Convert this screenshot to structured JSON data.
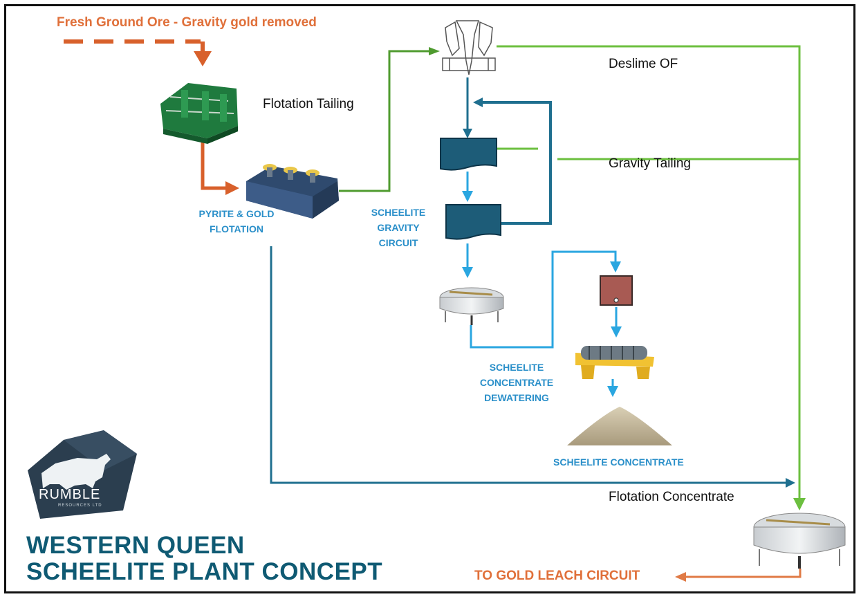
{
  "labels": {
    "fresh_ore": "Fresh Ground Ore - Gravity gold removed",
    "flotation_tailing": "Flotation Tailing",
    "deslime_of": "Deslime OF",
    "gravity_tailing": "Gravity Tailing",
    "pyrite_gold_flotation_1": "PYRITE & GOLD",
    "pyrite_gold_flotation_2": "FLOTATION",
    "scheelite_gravity_1": "SCHEELITE",
    "scheelite_gravity_2": "GRAVITY",
    "scheelite_gravity_3": "CIRCUIT",
    "dewatering_1": "SCHEELITE",
    "dewatering_2": "CONCENTRATE",
    "dewatering_3": "DEWATERING",
    "scheelite_concentrate": "SCHEELITE CONCENTRATE",
    "flotation_concentrate": "Flotation Concentrate",
    "gold_leach": "TO GOLD LEACH CIRCUIT"
  },
  "logo": {
    "name": "RUMBLE",
    "sub": "RESOURCES LTD"
  },
  "title": {
    "line1": "WESTERN QUEEN",
    "line2": "SCHEELITE PLANT CONCEPT"
  },
  "colors": {
    "orange": "#e0703a",
    "green": "#5aab3a",
    "dark_blue": "#1f6f8f",
    "light_blue": "#2aa6e0",
    "title": "#0f5a73"
  }
}
